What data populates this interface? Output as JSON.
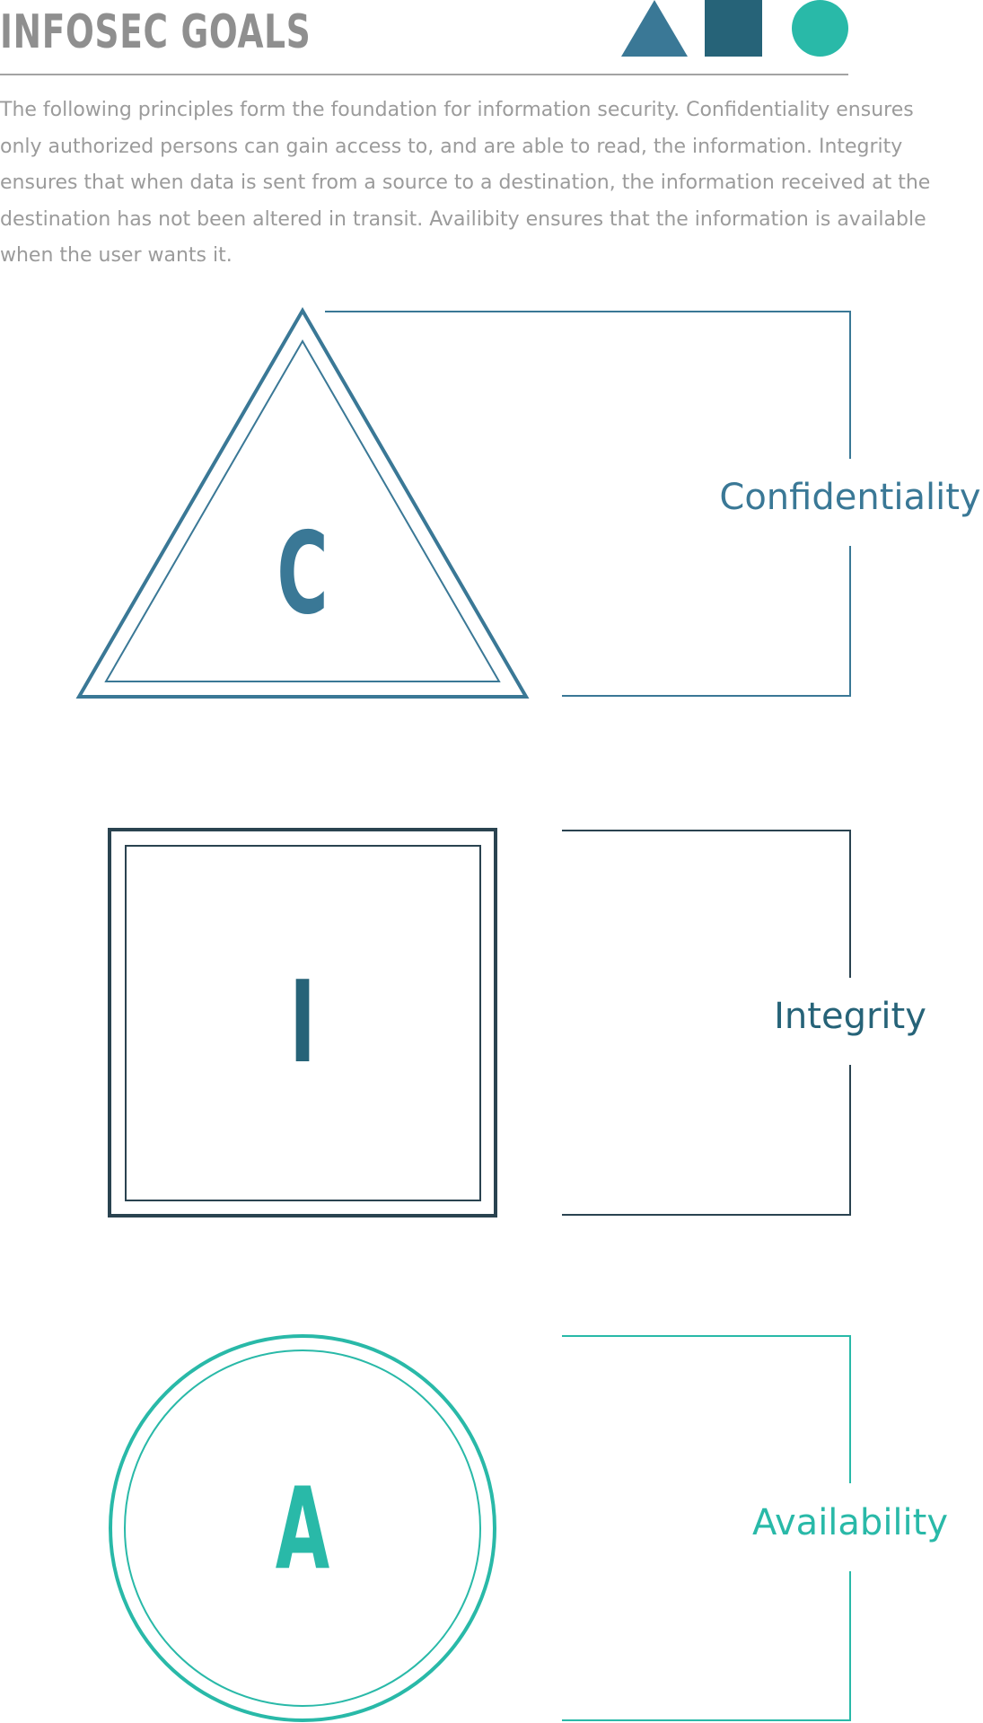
{
  "header": {
    "title": "INFOSEC GOALS",
    "icons": [
      "triangle-icon",
      "square-icon",
      "circle-icon"
    ]
  },
  "intro": "The following principles form the foundation for information security.  Confidentiality ensures only authorized persons can gain access to, and are able to read, the information. Integrity ensures that when data is sent from a source to a destination, the information received at the destination has not been altered in transit.  Availibity ensures that the information is available when the user wants it.",
  "colors": {
    "confidentiality": "#3a7896",
    "integrity": "#266378",
    "integrity_frame": "#2a4350",
    "availability": "#29b9a8",
    "text_gray": "#9b9b9b"
  },
  "goals": [
    {
      "letter": "C",
      "label": "Confidentiality",
      "shape": "triangle"
    },
    {
      "letter": "I",
      "label": "Integrity",
      "shape": "square"
    },
    {
      "letter": "A",
      "label": "Availability",
      "shape": "circle"
    }
  ]
}
